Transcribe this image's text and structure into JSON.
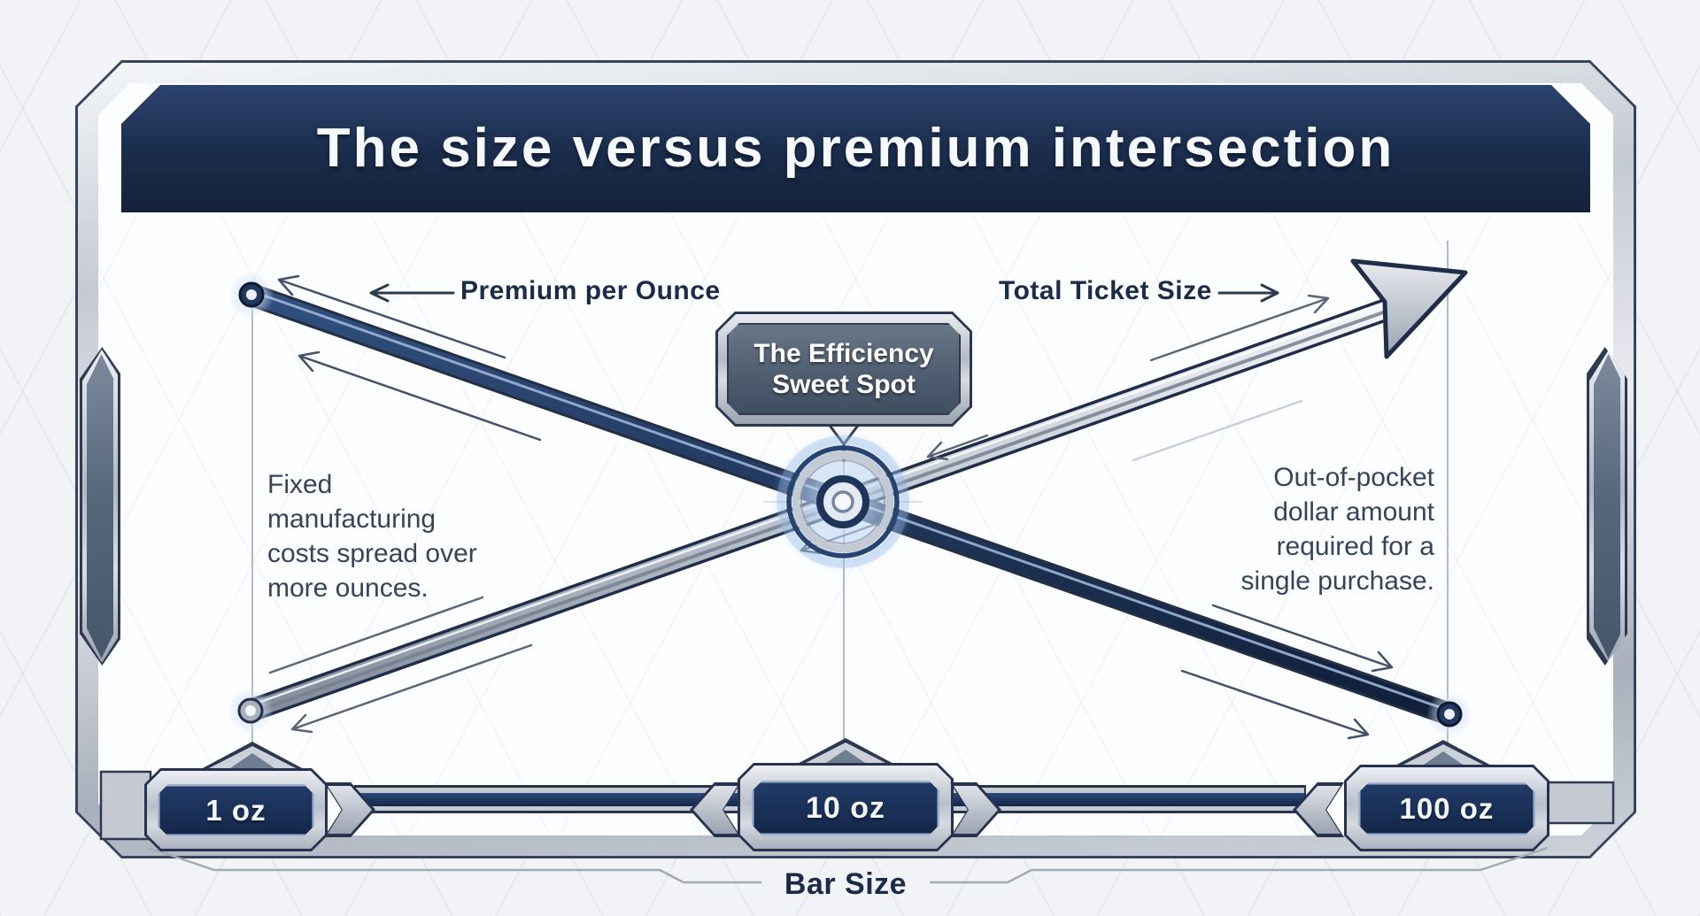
{
  "header": {
    "title": "The size versus premium intersection"
  },
  "flows": {
    "premium_label": "Premium per Ounce",
    "ticket_label": "Total Ticket Size"
  },
  "badge": {
    "line1": "The Efficiency",
    "line2": "Sweet Spot"
  },
  "notes": {
    "left": "Fixed manufacturing costs spread over more ounces.",
    "right": "Out-of-pocket dollar amount required for a single purchase."
  },
  "axis": {
    "label": "Bar Size",
    "ticks": [
      {
        "label": "1 oz"
      },
      {
        "label": "10 oz"
      },
      {
        "label": "100 oz"
      }
    ]
  },
  "colors": {
    "navy_header": "#1a2c4b",
    "navy_line": "#1d3156",
    "silver": "#c3c9d3",
    "slate_panel": "#5d6c80",
    "glow_blue": "#bcd4f2",
    "text_dark": "#1c2b47"
  },
  "chart_data": {
    "type": "line",
    "categories": [
      "1 oz",
      "10 oz",
      "100 oz"
    ],
    "series": [
      {
        "name": "Premium per Ounce",
        "direction": "decreasing",
        "relative_values": [
          100,
          50,
          4
        ]
      },
      {
        "name": "Total Ticket Size",
        "direction": "increasing",
        "relative_values": [
          4,
          50,
          100
        ]
      }
    ],
    "xlabel": "Bar Size",
    "intersection_label": "The Efficiency Sweet Spot",
    "intersection_at": "10 oz",
    "grid": false,
    "legend_position": "inline-arrows"
  }
}
